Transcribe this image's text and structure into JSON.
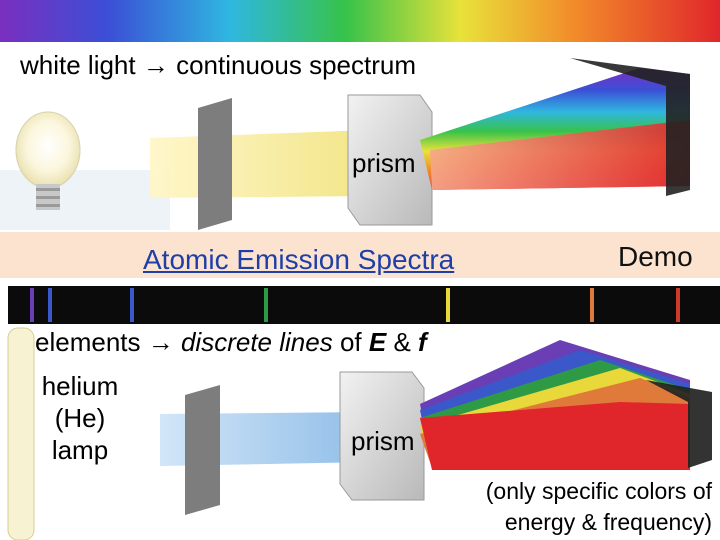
{
  "top_panel": {
    "headline_prefix": "white light",
    "headline_arrow": "→",
    "headline_suffix": "continuous spectrum",
    "prism_label": "prism"
  },
  "title_bar": {
    "title": "Atomic Emission Spectra",
    "demo_label": "Demo"
  },
  "bottom_panel": {
    "headline_word1": "elements",
    "headline_arrow": "→",
    "headline_italic": "discrete lines",
    "headline_of": "of",
    "headline_e": "E",
    "headline_amp": "&",
    "headline_f": "f",
    "lamp_line1": "helium",
    "lamp_line2": "(He)",
    "lamp_line3": "lamp",
    "prism_label": "prism",
    "caption_line1": "(only specific colors of",
    "caption_line2": "energy & frequency)"
  },
  "colors": {
    "title_link": "#1f3fa8",
    "title_bar_bg": "#fbe3cf",
    "light_beam_top": "#f6ec9a",
    "light_beam_bottom": "#a9cdee",
    "emission_red": "#e0262b",
    "line_colors": [
      "#6a3fb5",
      "#3a58c9",
      "#2e9a46",
      "#e8d83a",
      "#e07a3a",
      "#cc3a2a"
    ]
  }
}
